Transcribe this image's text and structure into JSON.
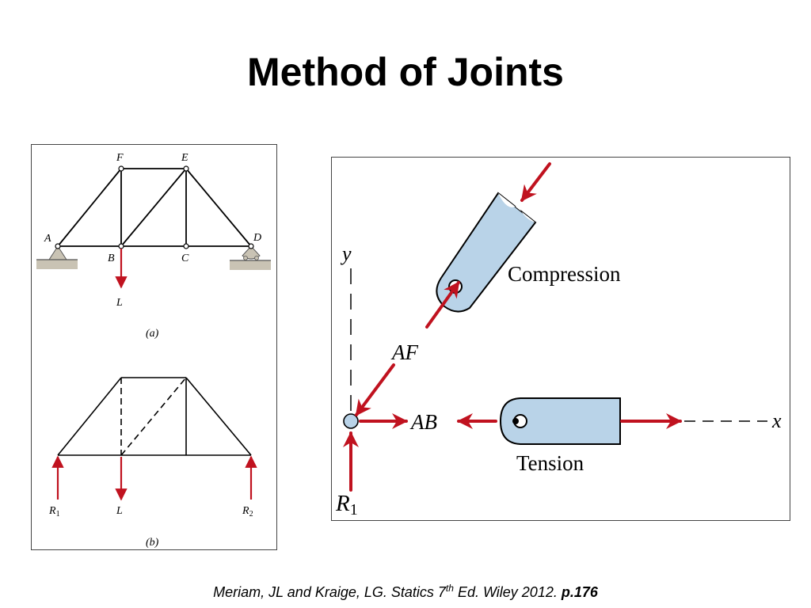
{
  "slide": {
    "title": "Method of Joints"
  },
  "figure_a": {
    "joint_labels": {
      "A": "A",
      "B": "B",
      "C": "C",
      "D": "D",
      "E": "E",
      "F": "F"
    },
    "load_label": "L",
    "caption": "(a)"
  },
  "figure_b": {
    "left_reaction": "R",
    "left_reaction_sub": "1",
    "load_label": "L",
    "right_reaction": "R",
    "right_reaction_sub": "2",
    "caption": "(b)"
  },
  "free_body": {
    "y_axis": "y",
    "x_axis": "x",
    "member_af": "AF",
    "member_ab": "AB",
    "compression": "Compression",
    "tension": "Tension",
    "reaction": "R",
    "reaction_sub": "1"
  },
  "citation": {
    "prefix": "Meriam, JL and Kraige, LG. Statics 7",
    "sup": "th",
    "suffix": " Ed. Wiley 2012. ",
    "page": "p.176"
  },
  "colors": {
    "force_red": "#c0121f",
    "member_blue": "#b9d3e8",
    "support_tan": "#c9c3b4"
  }
}
